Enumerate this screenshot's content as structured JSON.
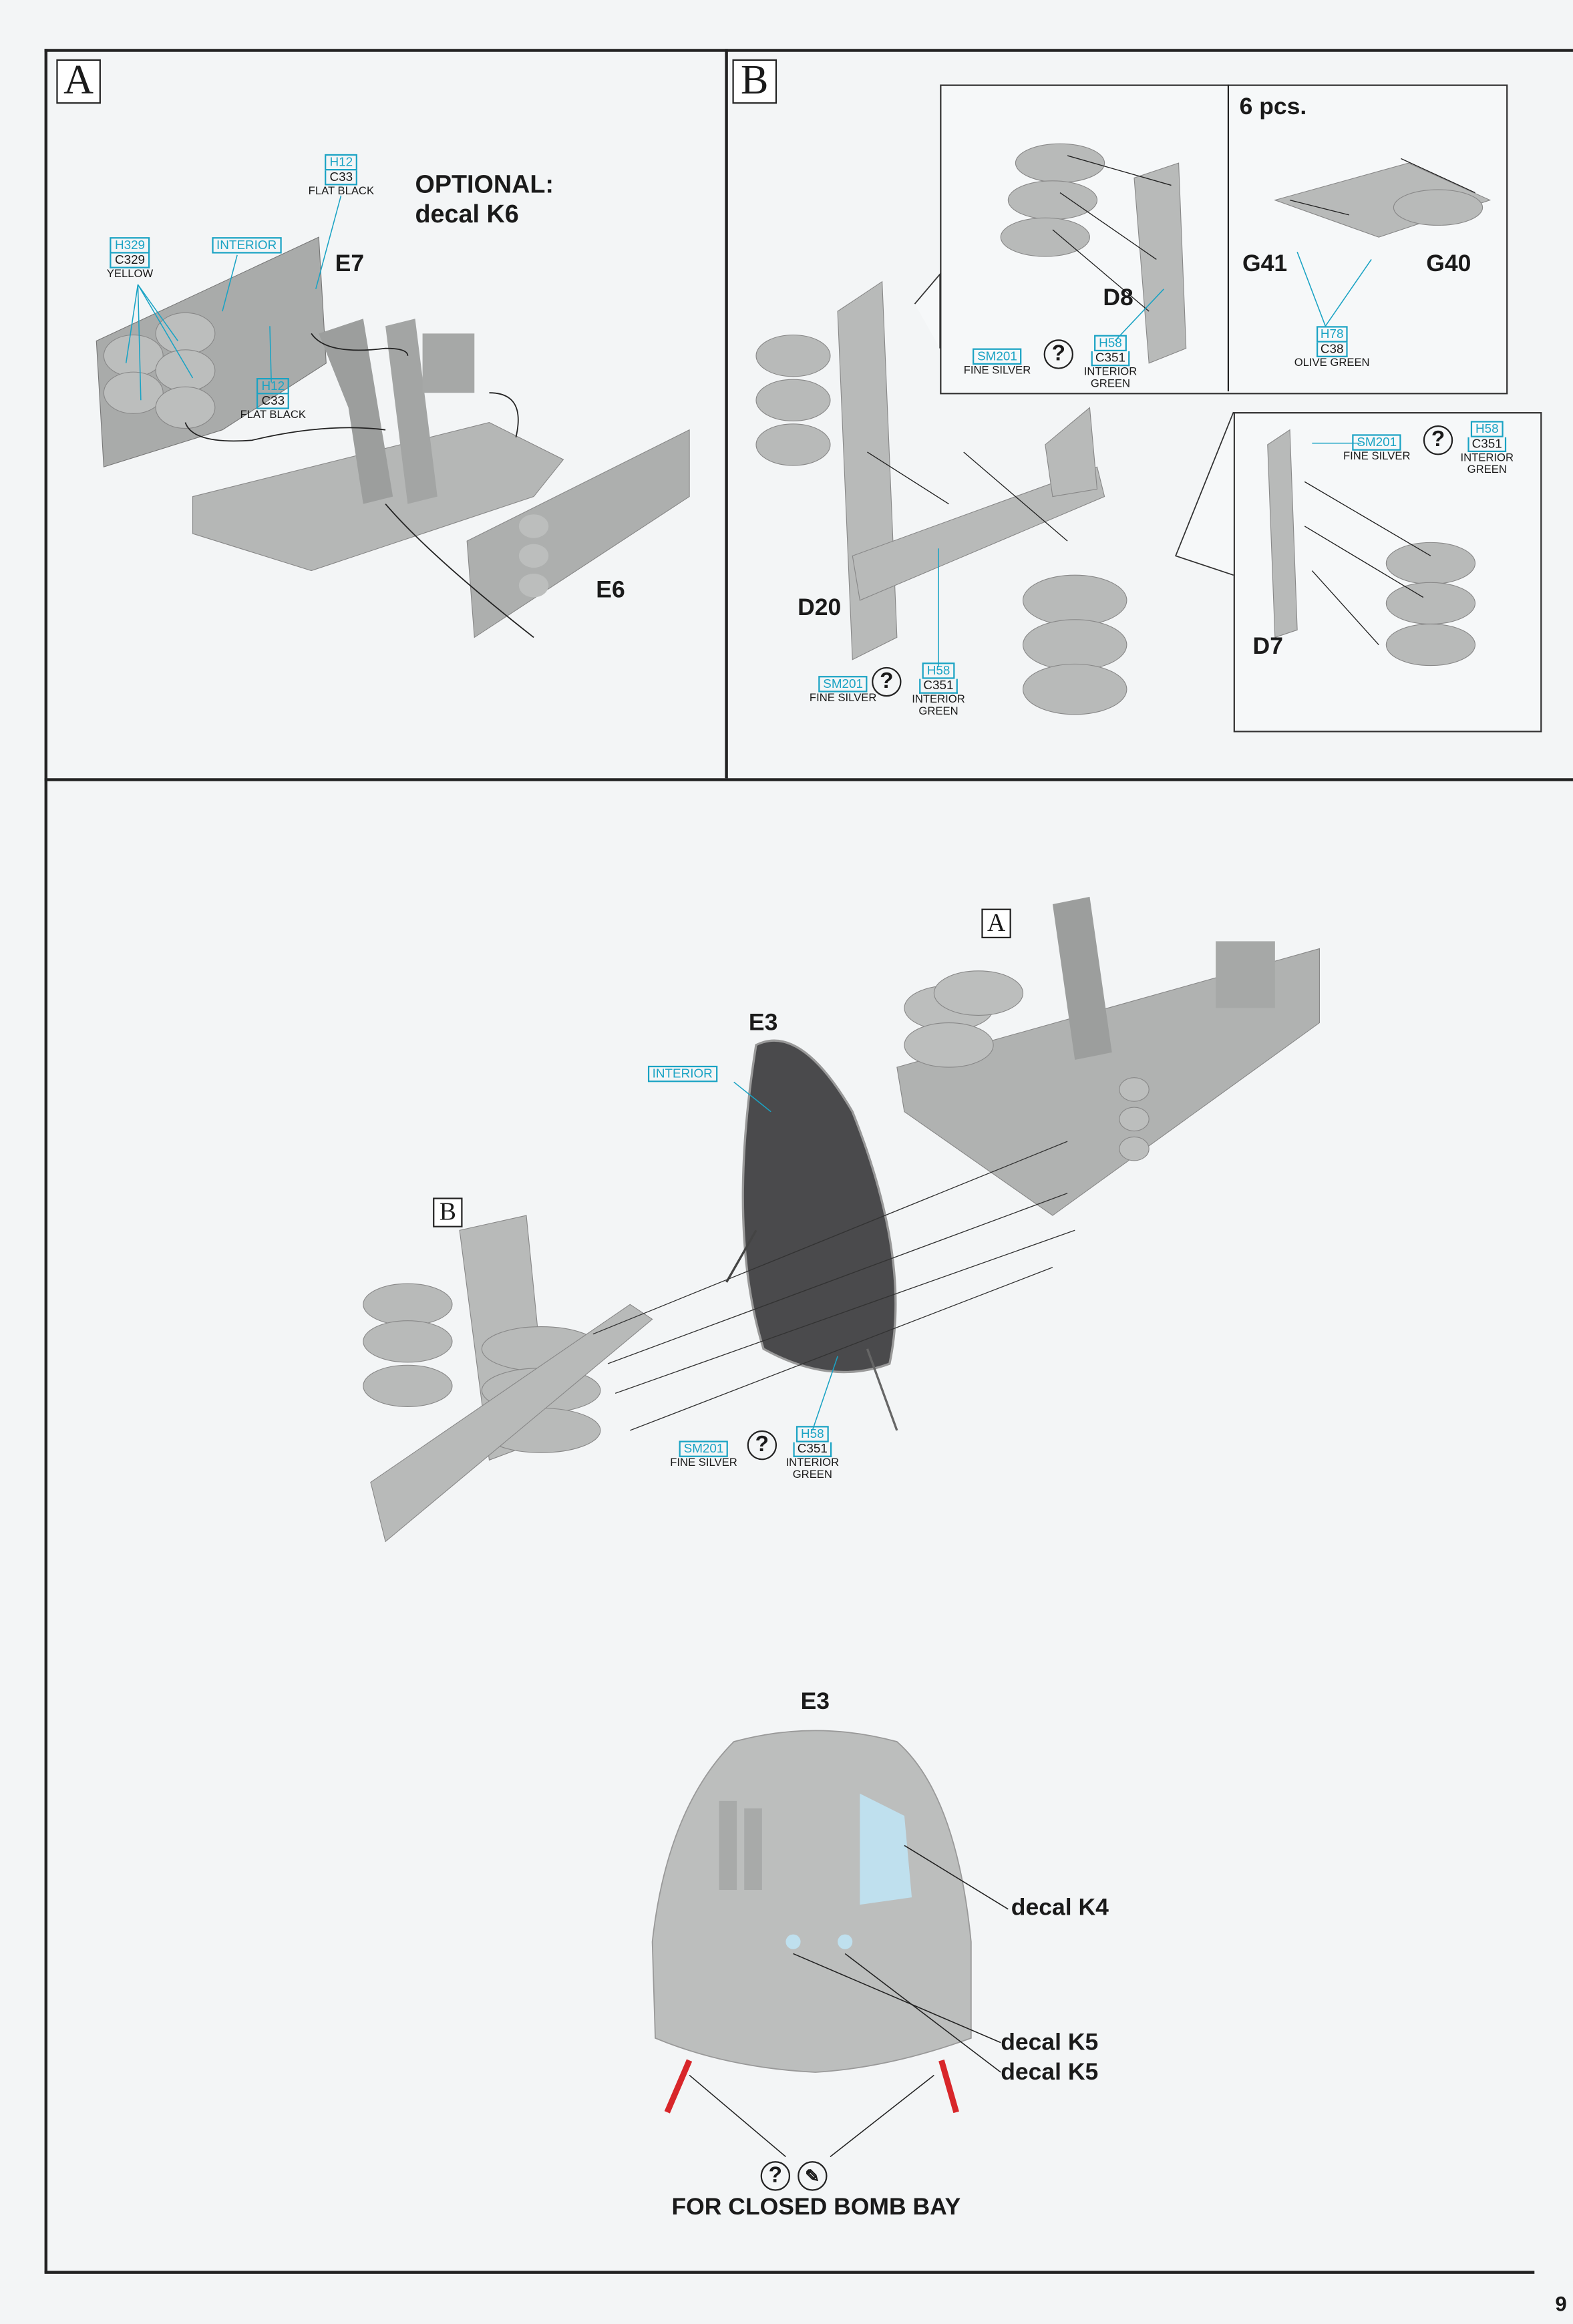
{
  "page_number": "9",
  "step_a": {
    "label": "A",
    "optional_note": [
      "OPTIONAL:",
      "decal K6"
    ],
    "parts": [
      "E7",
      "E6"
    ],
    "paints": [
      {
        "h": "H12",
        "c": "C33",
        "name": "FLAT BLACK"
      },
      {
        "h": "H329",
        "c": "C329",
        "name": "YELLOW"
      },
      {
        "h": "INTERIOR"
      },
      {
        "h": "H12",
        "c": "C33",
        "name": "FLAT BLACK"
      }
    ]
  },
  "step_b": {
    "label": "B",
    "quantity": "6 pcs.",
    "parts": [
      "D8",
      "G41",
      "G40",
      "D7",
      "D20"
    ],
    "paints": {
      "sm201": {
        "h": "SM201",
        "name": "FINE SILVER"
      },
      "h58": {
        "h": "H58",
        "c": "C351",
        "name": "INTERIOR GREEN"
      },
      "h78": {
        "h": "H78",
        "c": "C38",
        "name": "OLIVE GREEN"
      }
    },
    "alt_symbol": "?"
  },
  "main_step": {
    "ref_a": "A",
    "ref_b": "B",
    "part": "E3",
    "interior": "INTERIOR"
  },
  "detail": {
    "part": "E3",
    "decals": [
      "decal K4",
      "decal K5",
      "decal K5"
    ],
    "note": "FOR CLOSED BOMB BAY"
  },
  "colors": {
    "paint_cyan": "#1aa3c4",
    "part_grey": "#b3b5b4",
    "decal_blue": "#bfe0ee",
    "strut_red": "#d8262a"
  }
}
